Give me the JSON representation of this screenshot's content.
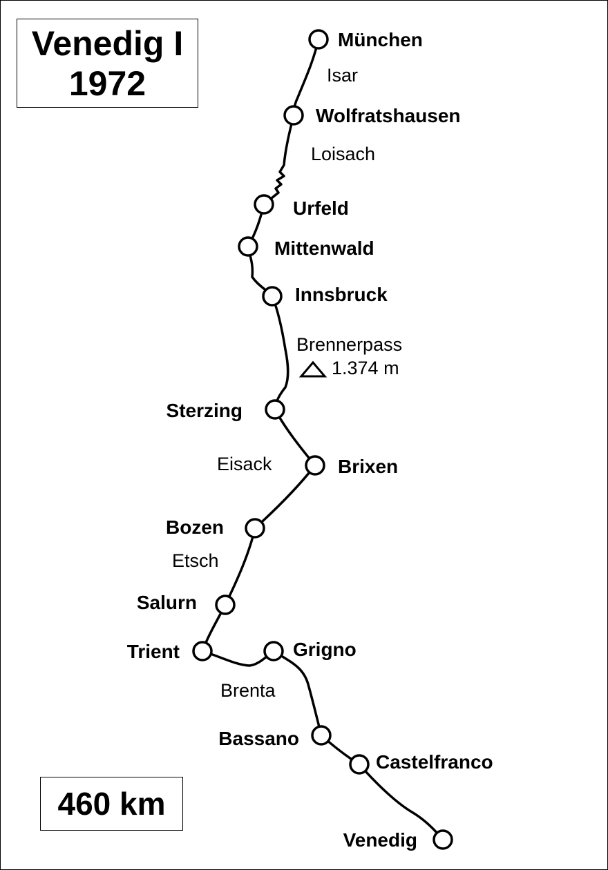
{
  "title": {
    "line1": "Venedig I",
    "line2": "1972"
  },
  "distance": "460 km",
  "stations": [
    {
      "id": "muenchen",
      "name": "München"
    },
    {
      "id": "wolfratshausen",
      "name": "Wolfratshausen"
    },
    {
      "id": "urfeld",
      "name": "Urfeld"
    },
    {
      "id": "mittenwald",
      "name": "Mittenwald"
    },
    {
      "id": "innsbruck",
      "name": "Innsbruck"
    },
    {
      "id": "sterzing",
      "name": "Sterzing"
    },
    {
      "id": "brixen",
      "name": "Brixen"
    },
    {
      "id": "bozen",
      "name": "Bozen"
    },
    {
      "id": "salurn",
      "name": "Salurn"
    },
    {
      "id": "trient",
      "name": "Trient"
    },
    {
      "id": "grigno",
      "name": "Grigno"
    },
    {
      "id": "bassano",
      "name": "Bassano"
    },
    {
      "id": "castelfranco",
      "name": "Castelfranco"
    },
    {
      "id": "venedig",
      "name": "Venedig"
    }
  ],
  "rivers": [
    "Isar",
    "Loisach",
    "Eisack",
    "Etsch",
    "Brenta"
  ],
  "pass": {
    "name": "Brennerpass",
    "elevation": "1.374 m",
    "symbol": "mountain-triangle"
  },
  "colors": {
    "route": "#000000",
    "station_fill": "#ffffff",
    "background": "#ffffff"
  }
}
